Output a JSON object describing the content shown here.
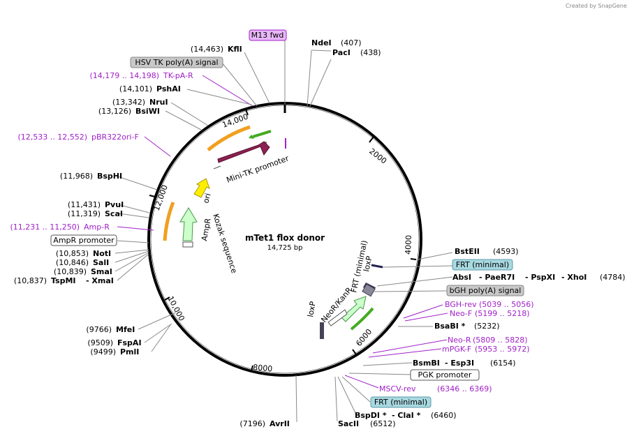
{
  "branding": "Created by SnapGene",
  "plasmid": {
    "name": "mTet1 flox donor",
    "size": "14,725 bp"
  },
  "ring_ticks": [
    "2000",
    "4000",
    "6000",
    "8000",
    "10,000",
    "12,000",
    "14,000"
  ],
  "labels": {
    "m13": "M13 fwd",
    "kfli_pos": "(14,463)",
    "kfli": "KflI",
    "hsv_pa": "HSV TK poly(A) signal",
    "tkpar_pos": "(14,179 .. 14,198)",
    "tkpar": "TK-pA-R",
    "pshai_pos": "(14,101)",
    "pshai": "PshAI",
    "prui_pos": "(13,342)",
    "prui": "NruI",
    "bsiwi_pos": "(13,126)",
    "bsiwi": "BsiWI",
    "pbr_pos": "(12,533 .. 12,552)",
    "pbr": "pBR322ori-F",
    "bsphi_pos": "(11,968)",
    "bsphi": "BspHI",
    "pvui_pos": "(11,431)",
    "pvui": "PvuI",
    "scai_pos": "(11,319)",
    "scai": "ScaI",
    "ampr_primer_pos": "(11,231 .. 11,250)",
    "ampr_primer": "Amp-R",
    "ampr_promoter": "AmpR promoter",
    "noti_pos": "(10,853)",
    "noti": "NotI",
    "sali_pos": "(10,846)",
    "sali": "SalI",
    "smai_pos": "(10,839)",
    "smai": "SmaI",
    "tspmi_pos": "(10,837)",
    "tspmi": "TspMI",
    "xmai": "- XmaI",
    "mfei_pos": "(9766)",
    "mfei": "MfeI",
    "fspai_pos": "(9509)",
    "fspai": "FspAI",
    "pmli_pos": "(9499)",
    "pmli": "PmlI",
    "avrii_pos": "(7196)",
    "avrii": "AvrII",
    "ndei": "NdeI",
    "ndei_pos": "(407)",
    "paci": "PacI",
    "paci_pos": "(438)",
    "bsteii": "BstEII",
    "bsteii_pos": "(4593)",
    "frt_min1": "FRT (minimal)",
    "absi": "AbsI",
    "paer7i": "- PaeR7I",
    "pspxi": "- PspXI",
    "xhoi": "- XhoI",
    "xhoi_pos": "(4784)",
    "bgh_pa": "bGH poly(A) signal",
    "bgh_rev": "BGH-rev",
    "bgh_rev_pos": "(5039 .. 5056)",
    "neo_f": "Neo-F",
    "neo_f_pos": "(5199 .. 5218)",
    "bsabi": "BsaBI *",
    "bsabi_pos": "(5232)",
    "neo_r": "Neo-R",
    "neo_r_pos": "(5809 .. 5828)",
    "mpgk_f": "mPGK-F",
    "mpgk_f_pos": "(5953 .. 5972)",
    "bsmbi": "BsmBI",
    "esp3i": "- Esp3I",
    "bsmbi_pos": "(6154)",
    "pgk_promoter": "PGK promoter",
    "mscv_rev": "MSCV-rev",
    "mscv_rev_pos": "(6346 .. 6369)",
    "frt_min2": "FRT (minimal)",
    "bspdi": "BspDI *",
    "clai": "- ClaI *",
    "bspdi_pos": "(6460)",
    "sacii": "SacII",
    "sacii_pos": "(6512)"
  },
  "features": {
    "hsv_tk": "HSV TK",
    "mini_tk": "Mini-TK promoter",
    "ori": "ori",
    "ampr": "AmpR",
    "kozak": "Kozak sequence",
    "frt_inner": "FRT (minimal)",
    "loxp_top": "loxP",
    "neor": "NeoR/KanR",
    "loxp_bottom": "loxP"
  },
  "colors": {
    "ring": "#000000",
    "hsv_tk": "#8b2250",
    "ori": "#ffee00",
    "ampr": "#ccffcc",
    "orange": "#f0a020",
    "green": "#44aa22",
    "primer": "#a020c8",
    "feature_box_gray": "#c8c8c8",
    "feature_box_blue": "#a8d8e0",
    "m13_box": "#e8b8f8"
  }
}
